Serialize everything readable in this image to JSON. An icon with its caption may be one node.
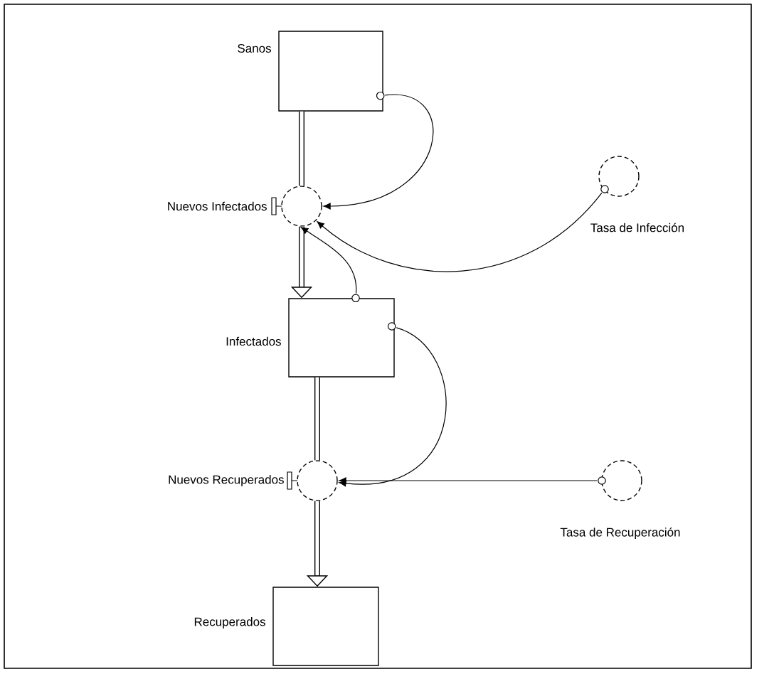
{
  "diagram": {
    "nodes": [
      {
        "text": [
          "Sanos"
        ]
      },
      {
        "text": [
          "Nuevos Infectados"
        ]
      },
      {
        "text": [
          "Tasa de Infección"
        ]
      },
      {
        "text": [
          "Infectados"
        ]
      },
      {
        "text": [
          "Nuevos Recuperados"
        ]
      },
      {
        "text": [
          "Tasa de Recuperación"
        ]
      },
      {
        "text": [
          "Recuperados"
        ]
      }
    ],
    "edges": [
      {
        "from": 0,
        "to": 1,
        "arrow": "none",
        "style": "thick"
      },
      {
        "from": 1,
        "to": 3,
        "arrow": "to",
        "style": "thick"
      },
      {
        "from": 3,
        "to": 4,
        "arrow": "none",
        "style": "thick"
      },
      {
        "from": 4,
        "to": 6,
        "arrow": "to",
        "style": "thick"
      },
      {
        "from": 0,
        "to": 1,
        "arrow": "to"
      },
      {
        "from": 2,
        "to": 1,
        "arrow": "to"
      },
      {
        "from": 3,
        "to": 1,
        "arrow": "to"
      },
      {
        "from": 3,
        "to": 4,
        "arrow": "to"
      },
      {
        "from": 5,
        "to": 4,
        "arrow": "to"
      }
    ]
  }
}
